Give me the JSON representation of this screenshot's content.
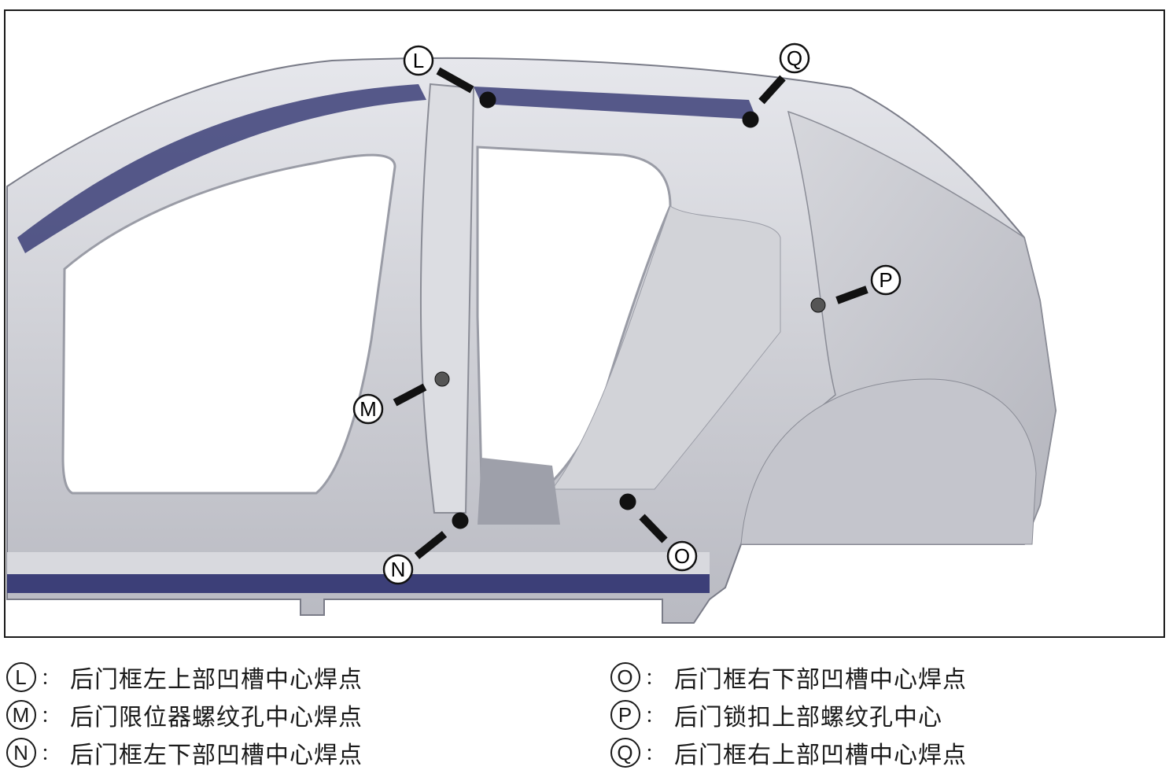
{
  "callouts": [
    {
      "id": "L",
      "label": "后门框左上部凹槽中心焊点"
    },
    {
      "id": "M",
      "label": "后门限位器螺纹孔中心焊点"
    },
    {
      "id": "N",
      "label": "后门框左下部凹槽中心焊点"
    },
    {
      "id": "O",
      "label": "后门框右下部凹槽中心焊点"
    },
    {
      "id": "P",
      "label": "后门锁扣上部螺纹孔中心"
    },
    {
      "id": "Q",
      "label": "后门框右上部凹槽中心焊点"
    }
  ],
  "separator": "："
}
